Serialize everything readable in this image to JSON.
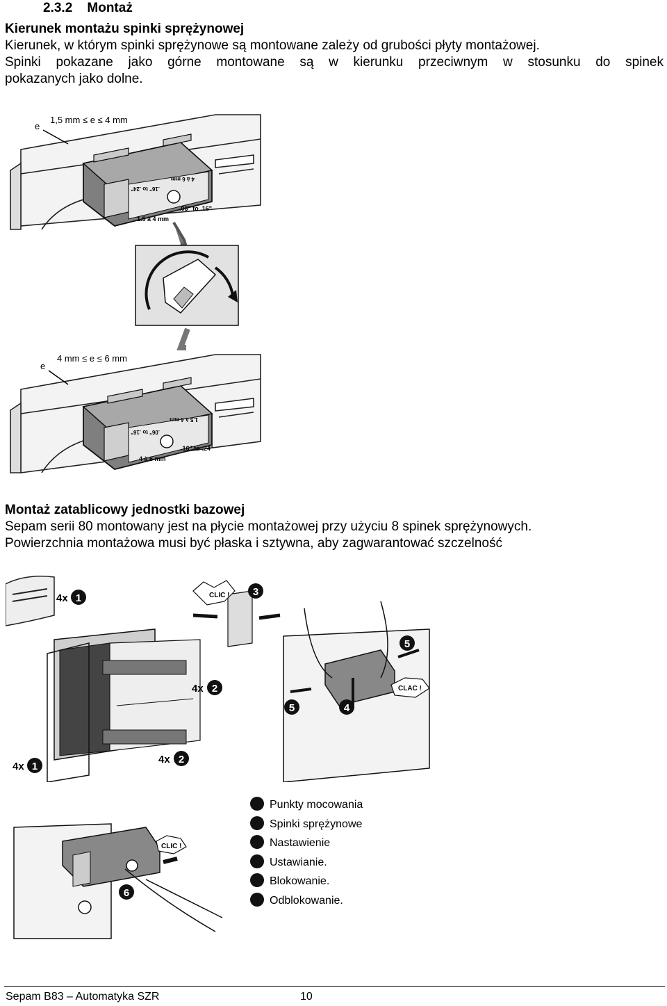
{
  "heading": {
    "number": "2.3.2",
    "title": "Montaż"
  },
  "section1": {
    "title": "Kierunek montażu spinki sprężynowej",
    "line1": "Kierunek, w którym spinki sprężynowe są montowane zależy od grubości płyty montażowej.",
    "line2": "Spinki pokazane jako górne montowane są w kierunku przeciwnym w stosunku do spinek",
    "line3": "pokazanych jako dolne."
  },
  "figure1": {
    "top_e": "e",
    "top_range": "1,5 mm ≤ e ≤ 4 mm",
    "bottom_e": "e",
    "bottom_range": "4 mm ≤ e ≤ 6 mm",
    "clip_top": {
      "a": "1.5 à 4 mm",
      "b": ".06\" to .16\"",
      "c": "4 à 6 mm",
      "d": ".16\" to .24\""
    },
    "clip_bottom": {
      "a": "1.5 à 4 mm",
      "b": ".06\" to .16\"",
      "c": "4 à 6 mm",
      "d": ".16\" to .24\""
    }
  },
  "section2": {
    "title": "Montaż zatablicowy jednostki bazowej",
    "line1": "Sepam serii 80 montowany jest na płycie montażowej przy użyciu 8 spinek sprężynowych.",
    "line2": "Powierzchnia montażowa musi być płaska i sztywna, aby zagwarantować szczelność"
  },
  "figure2": {
    "label_4x1_top": "4x",
    "label_4x2_top": "4x",
    "label_4x1_bottom": "4x",
    "label_4x2_bottom": "4x",
    "n1": "1",
    "n2": "2",
    "n3": "3",
    "n4": "4",
    "n5": "5",
    "n6": "6",
    "clic": "CLIC !",
    "clac": "CLAC !",
    "clic2": "CLIC !"
  },
  "legend": {
    "items": [
      "Punkty mocowania",
      "Spinki sprężynowe",
      "Nastawienie",
      "Ustawianie.",
      "Blokowanie.",
      "Odblokowanie."
    ]
  },
  "footer": {
    "left": "Sepam B83 – Automatyka SZR",
    "page": "10"
  }
}
